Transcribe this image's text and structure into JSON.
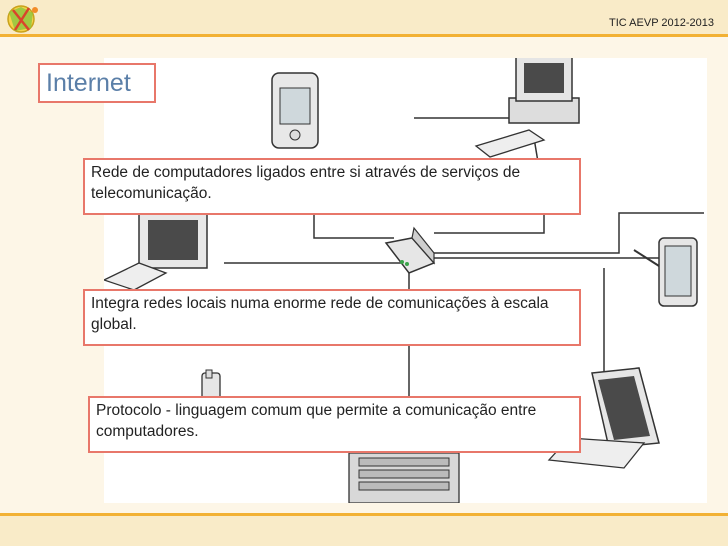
{
  "header": {
    "text": "TIC AEVP 2012-2013"
  },
  "slide": {
    "title": "Internet",
    "callouts": [
      "Rede de computadores ligados entre si através de serviços de telecomunicação.",
      "Integra redes locais numa enorme rede de comunicações à escala global.",
      "Protocolo - linguagem comum que permite a comunicação entre computadores."
    ]
  },
  "colors": {
    "accent": "#f2b134",
    "band": "#f9ebc8",
    "title": "#5b7fa8",
    "callout_border": "#e8776a"
  },
  "icons": [
    "logo-icon",
    "pda-icon",
    "desktop-computer-icon",
    "keyboard-icon",
    "monitor-icon",
    "router-icon",
    "tablet-icon",
    "phone-icon",
    "laptop-icon",
    "server-icon"
  ]
}
